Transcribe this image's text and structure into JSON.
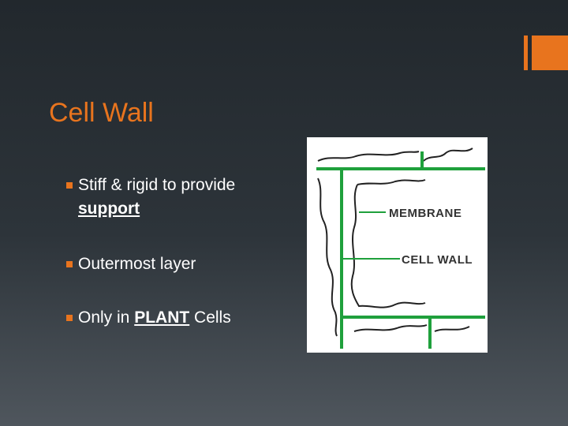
{
  "slide": {
    "title": "Cell Wall",
    "bullets": [
      {
        "before": "Stiff & rigid to provide ",
        "emphasis": "support",
        "after": ""
      },
      {
        "before": "Outermost layer",
        "emphasis": "",
        "after": ""
      },
      {
        "before": "Only in ",
        "emphasis": "PLANT",
        "after": " Cells"
      }
    ]
  },
  "diagram": {
    "labels": {
      "membrane": "MEMBRANE",
      "cell_wall": "CELL WALL"
    }
  },
  "colors": {
    "accent": "#e8741e",
    "wall_green": "#1fa03c",
    "text": "#ffffff"
  }
}
